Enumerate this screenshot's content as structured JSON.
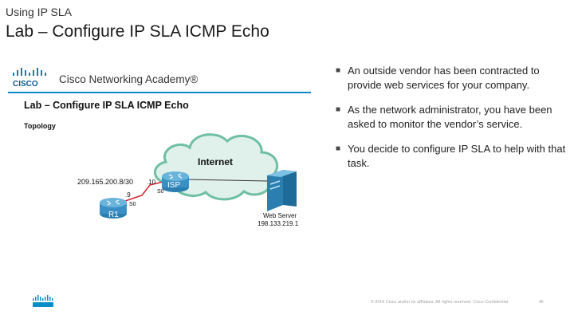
{
  "slide": {
    "section": "Using IP SLA",
    "title": "Lab – Configure IP SLA ICMP Echo"
  },
  "embedded_doc": {
    "logo_text": "CISCO",
    "academy": "Cisco Networking Academy®",
    "lab_title": "Lab – Configure IP SLA ICMP Echo",
    "topology_label": "Topology",
    "internet_label": "Internet",
    "isp_label": "ISP",
    "r1_label": "R1",
    "isp_network": "209.165.200.8/30",
    "isp_host": ".10",
    "isp_interface": "S0",
    "r1_host": ".9",
    "r1_interface": "S0",
    "web_server_label": "Web Server",
    "web_server_ip": "198.133.219.1",
    "accent_color": "#0a8cc9",
    "router_color": "#2a7fb0"
  },
  "bullets": [
    "An outside vendor has been contracted to provide web services for your company.",
    "As the network administrator, you have been asked to monitor the vendor’s service.",
    "You decide to configure IP SLA to help with that task."
  ],
  "footer": {
    "copyright": "© 2016 Cisco and/or its affiliates. All rights reserved. Cisco Confidential",
    "page_number": "40"
  }
}
